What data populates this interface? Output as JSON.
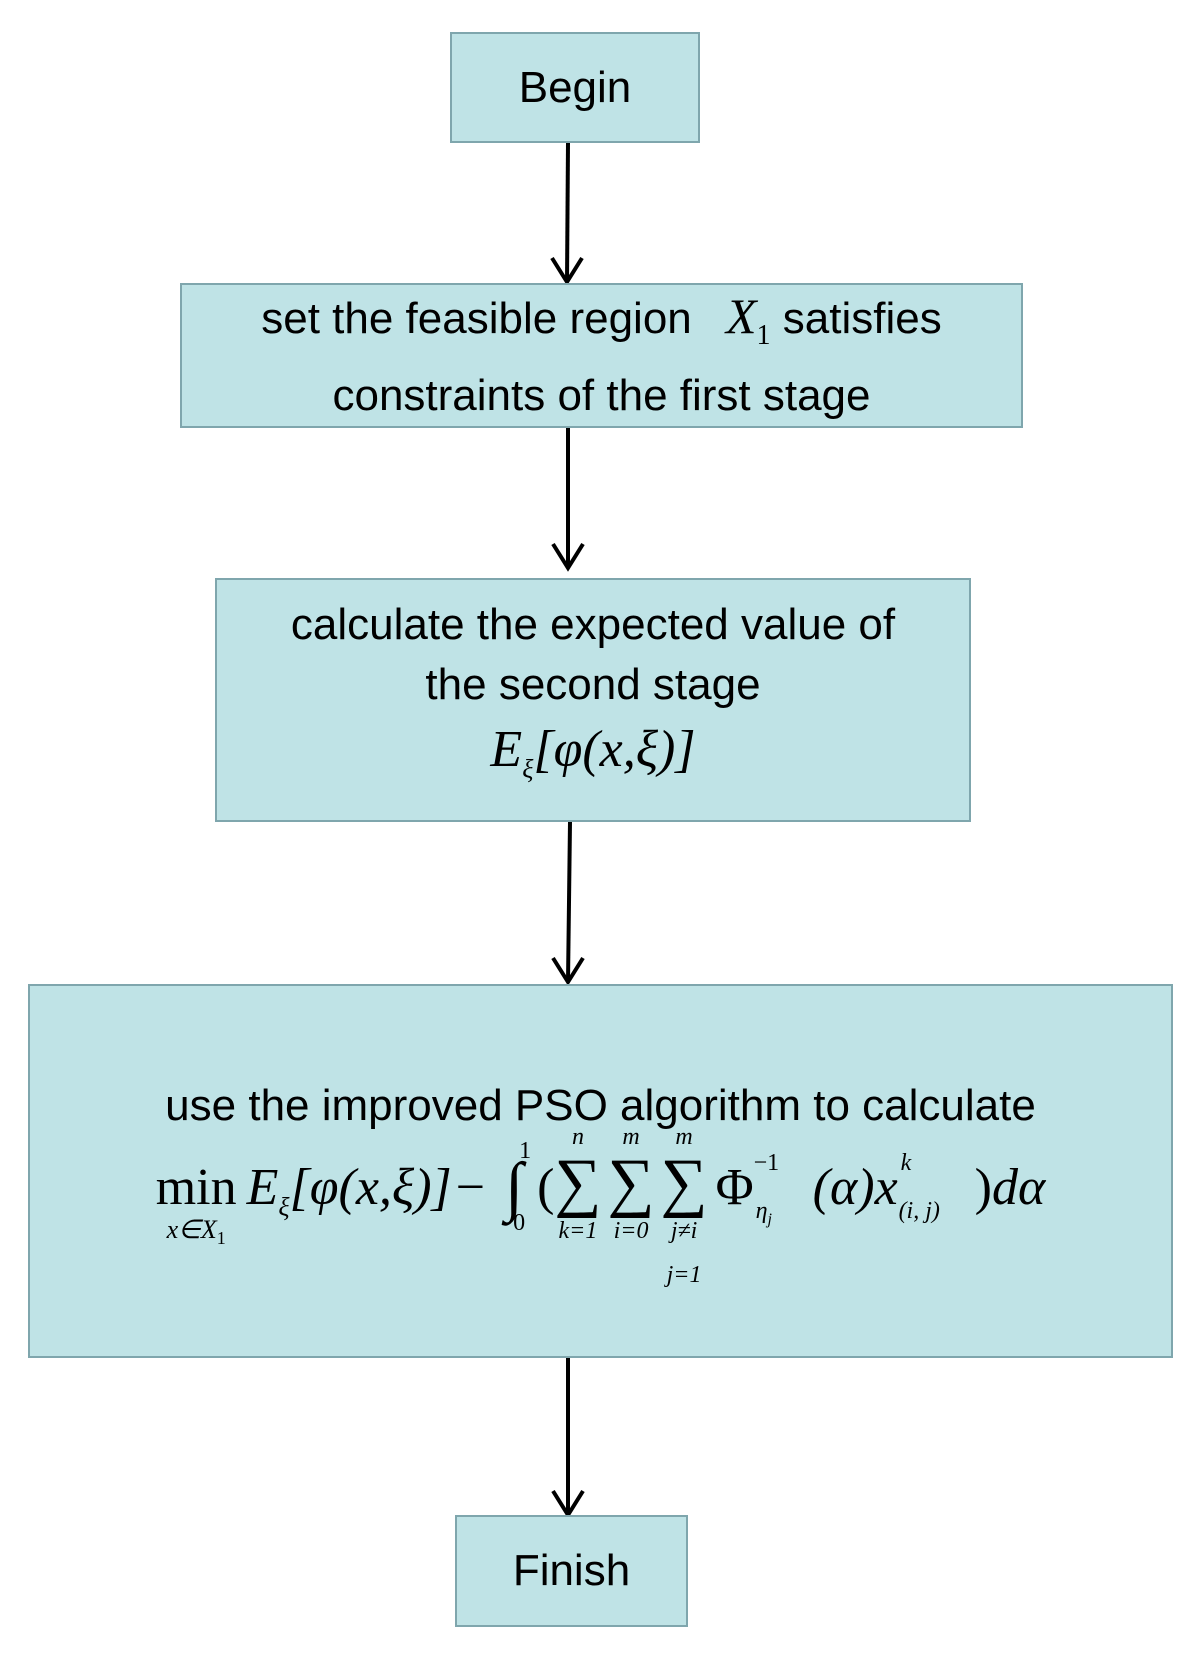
{
  "nodes": {
    "begin": {
      "label": "Begin"
    },
    "step1": {
      "line1_pre": "set the feasible region",
      "var": "X",
      "var_sub": "1",
      "line1_post": "satisfies",
      "line2": "constraints of the first stage"
    },
    "step2": {
      "line1": "calculate the expected value of",
      "line2": "the second stage",
      "formula": "E_ξ[φ(x, ξ)]"
    },
    "step3": {
      "line1": "use the improved PSO algorithm to calculate"
    },
    "finish": {
      "label": "Finish"
    }
  },
  "formula_parts": {
    "min": "min",
    "min_sub": "x∈X",
    "min_sub_idx": "1",
    "E": "E",
    "xi": "ξ",
    "bracket_expr": "[φ(x,ξ)]",
    "minus": "−",
    "integral": "∫",
    "int_upper": "1",
    "int_lower": "0",
    "lparen": "(",
    "sigma": "∑",
    "sum1_top": "n",
    "sum1_bottom": "k=1",
    "sum2_top": "m",
    "sum2_bottom": "i=0",
    "sum3_top": "m",
    "sum3_bottom": "j≠i",
    "sum3_bottom2": "j=1",
    "Phi": "Φ",
    "phi_sup": "−1",
    "phi_sub": "η",
    "phi_sub_idx": "j",
    "alpha_expr": "(α)",
    "x": "x",
    "x_sup": "k",
    "x_sub": "(i, j)",
    "rparen": ")",
    "dalpha": "dα"
  },
  "colors": {
    "box_fill": "#bfe3e6",
    "box_border": "#7fa6ad",
    "arrow": "#000000"
  }
}
